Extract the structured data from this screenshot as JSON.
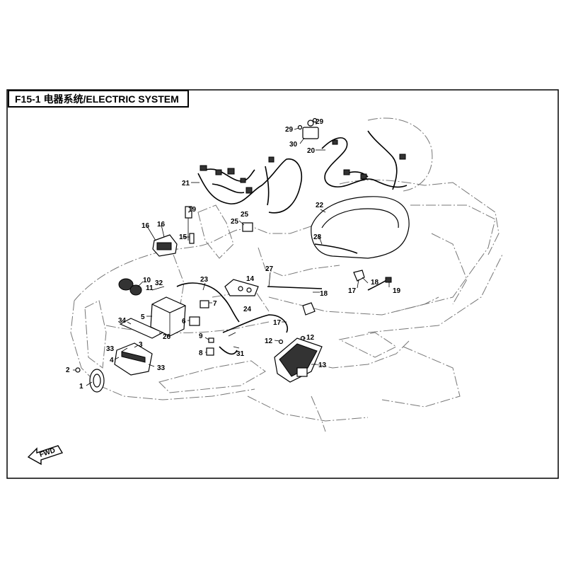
{
  "diagram": {
    "title": "F15-1 电器系统/ELECTRIC SYSTEM",
    "direction_label": "FWD",
    "callouts": [
      {
        "id": "c1",
        "label": "1"
      },
      {
        "id": "c2",
        "label": "2"
      },
      {
        "id": "c3",
        "label": "3"
      },
      {
        "id": "c4",
        "label": "4"
      },
      {
        "id": "c5",
        "label": "5"
      },
      {
        "id": "c6",
        "label": "6"
      },
      {
        "id": "c7",
        "label": "7"
      },
      {
        "id": "c8",
        "label": "8"
      },
      {
        "id": "c9",
        "label": "9"
      },
      {
        "id": "c10",
        "label": "10"
      },
      {
        "id": "c11",
        "label": "11"
      },
      {
        "id": "c12a",
        "label": "12"
      },
      {
        "id": "c12b",
        "label": "12"
      },
      {
        "id": "c13",
        "label": "13"
      },
      {
        "id": "c14",
        "label": "14"
      },
      {
        "id": "c15",
        "label": "15"
      },
      {
        "id": "c16a",
        "label": "16"
      },
      {
        "id": "c16b",
        "label": "16"
      },
      {
        "id": "c17a",
        "label": "17"
      },
      {
        "id": "c17b",
        "label": "17"
      },
      {
        "id": "c18a",
        "label": "18"
      },
      {
        "id": "c18b",
        "label": "18"
      },
      {
        "id": "c19a",
        "label": "19"
      },
      {
        "id": "c19b",
        "label": "19"
      },
      {
        "id": "c20",
        "label": "20"
      },
      {
        "id": "c21",
        "label": "21"
      },
      {
        "id": "c22",
        "label": "22"
      },
      {
        "id": "c23",
        "label": "23"
      },
      {
        "id": "c24",
        "label": "24"
      },
      {
        "id": "c25a",
        "label": "25"
      },
      {
        "id": "c25b",
        "label": "25"
      },
      {
        "id": "c26",
        "label": "26"
      },
      {
        "id": "c27",
        "label": "27"
      },
      {
        "id": "c28",
        "label": "28"
      },
      {
        "id": "c29a",
        "label": "29"
      },
      {
        "id": "c29b",
        "label": "29"
      },
      {
        "id": "c30",
        "label": "30"
      },
      {
        "id": "c31",
        "label": "31"
      },
      {
        "id": "c32",
        "label": "32"
      },
      {
        "id": "c33a",
        "label": "33"
      },
      {
        "id": "c33b",
        "label": "33"
      },
      {
        "id": "c34",
        "label": "34"
      }
    ]
  }
}
